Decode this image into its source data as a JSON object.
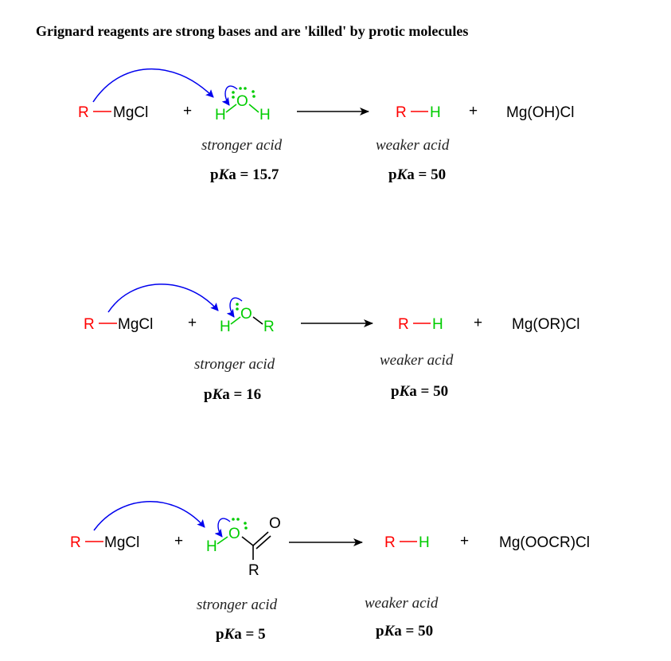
{
  "title": "Grignard reagents are strong bases and are 'killed' by protic molecules",
  "colors": {
    "red": "#ff0000",
    "green": "#00cc00",
    "black": "#000000",
    "blue": "#0000ee"
  },
  "common": {
    "r": "R",
    "mgcl": "MgCl",
    "plus": "+",
    "h": "H",
    "o": "O",
    "pk_p": "p",
    "pk_k": "K",
    "pk_a": "a = "
  },
  "reactions": [
    {
      "acid_r": "",
      "product_h": "H",
      "byproduct": "Mg(OH)Cl",
      "stronger": "stronger acid",
      "weaker": "weaker acid",
      "pka_left": "15.7",
      "pka_right": "50"
    },
    {
      "acid_r": "R",
      "product_h": "H",
      "byproduct": "Mg(OR)Cl",
      "stronger": "stronger acid",
      "weaker": "weaker acid",
      "pka_left": "16",
      "pka_right": "50"
    },
    {
      "acid_r": "R",
      "carbonyl_o": "O",
      "product_h": "H",
      "byproduct": "Mg(OOCR)Cl",
      "stronger": "stronger acid",
      "weaker": "weaker acid",
      "pka_left": "5",
      "pka_right": "50"
    }
  ]
}
